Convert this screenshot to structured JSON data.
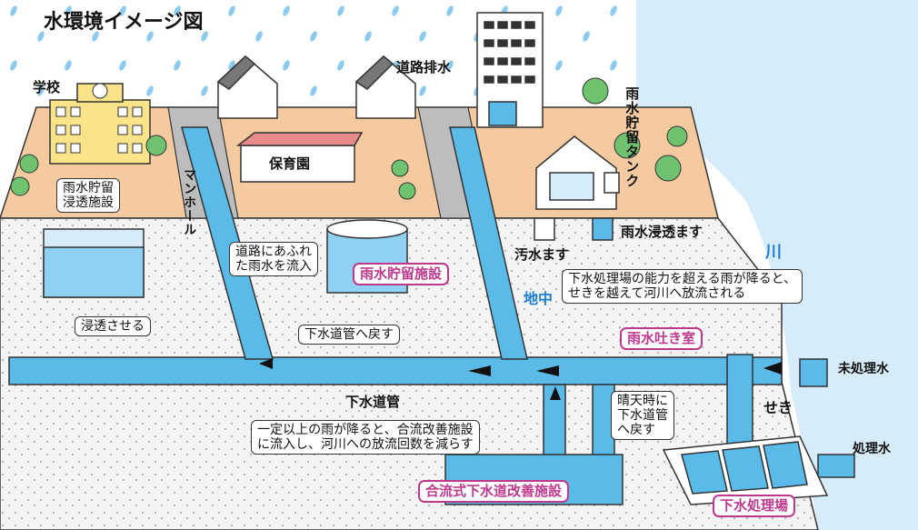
{
  "title": "水環境イメージ図",
  "labels": {
    "school": "学校",
    "road_drainage": "道路排水",
    "nursery": "保育園",
    "manhole": "マンホール",
    "rain_storage_tank": "雨水貯留タンク",
    "school_facility": "雨水貯留\n浸透施設",
    "infiltrate": "浸透させる",
    "road_overflow": "道路にあふれ\nた雨水を流入",
    "rain_storage_facility": "雨水貯留施設",
    "return_sewer": "下水道管へ戻す",
    "underground": "地中",
    "sewage_basin": "汚水ます",
    "rain_infiltration_basin": "雨水浸透ます",
    "river": "川",
    "overflow_note": "下水処理場の能力を超える雨が降ると、\nせきを越えて河川へ放流される",
    "rain_outlet": "雨水吐き室",
    "untreated": "未処理水",
    "weir": "せき",
    "sewer_pipe": "下水道管",
    "dry_weather": "晴天時に\n下水道管\nへ戻す",
    "combined_note": "一定以上の雨が降ると、合流改善施設\nに流入し、河川への放流回数を減らす",
    "treated": "処理水",
    "combined_facility": "合流式下水道改善施設",
    "treatment_plant": "下水処理場"
  },
  "colors": {
    "water": "#5bbbe8",
    "ground": "#f5caa0",
    "soil": "#f2f2f2",
    "river": "#d6ecfa",
    "accent_pink": "#c0388e",
    "tree": "#6fc36f"
  }
}
